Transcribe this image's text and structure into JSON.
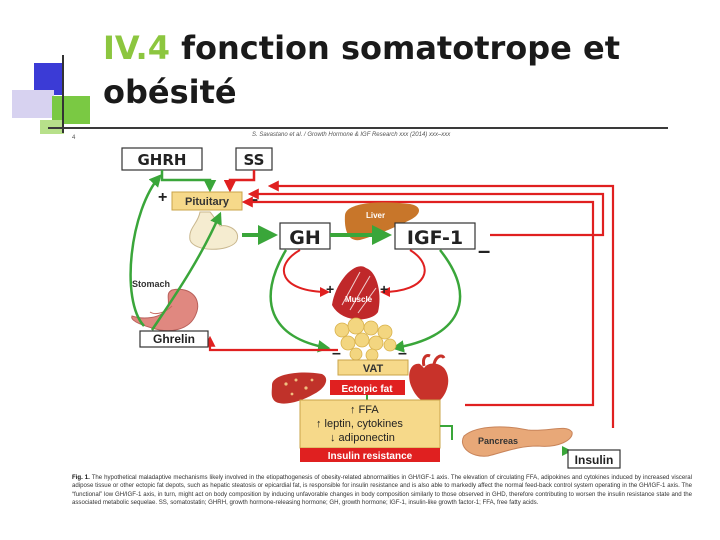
{
  "title": {
    "number": "IV.4",
    "text": "fonction somatotrope et obésité"
  },
  "page_number": "4",
  "figure_header": "S. Savastano et al. / Growth Hormone & IGF Research xxx (2014) xxx–xxx",
  "diagram": {
    "ghrh": "GHRH",
    "ss": "SS",
    "pituitary": "Pituitary",
    "gh": "GH",
    "igf1": "IGF-1",
    "liver": "Liver",
    "muscle": "Muscle",
    "stomach": "Stomach",
    "ghrelin": "Ghrelin",
    "vat": "VAT",
    "ectopic_fat": "Ectopic fat",
    "effects": [
      "↑ FFA",
      "↑ leptin, cytokines",
      "↓ adiponectin"
    ],
    "insulin_resistance": "Insulin resistance",
    "pancreas": "Pancreas",
    "insulin": "Insulin",
    "plus": "+",
    "minus": "–"
  },
  "caption": {
    "label": "Fig. 1.",
    "text": "The hypothetical maladaptive mechanisms likely involved in the etiopathogenesis of obesity-related abnormalities in GH/IGF-1 axis. The elevation of circulating FFA, adipokines and cytokines induced by increased visceral adipose tissue or other ectopic fat depots, such as hepatic steatosis or epicardial fat, is responsible for insulin resistance and is also able to markedly affect the normal feed-back control system operating in the GH/IGF-1 axis. The “functional” low GH/IGF-1 axis, in turn, might act on body composition by inducing unfavorable changes in body composition similarly to those observed in GHD, therefore contributing to worsen the insulin resistance state and the associated metabolic sequelae. SS, somatostatin; GHRH, growth hormone-releasing hormone; GH, growth hormone; IGF-1, insulin-like growth factor-1; FFA, free fatty acids."
  }
}
